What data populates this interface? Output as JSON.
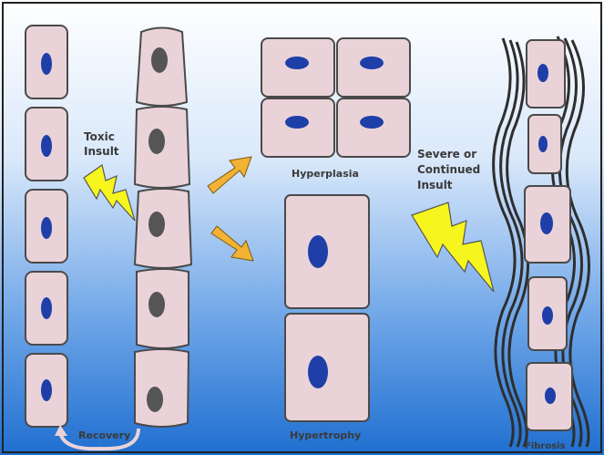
{
  "labels": {
    "toxic_insult": [
      "Toxic",
      "Insult"
    ],
    "severe_insult": [
      "Severe or",
      "Continued",
      "Insult"
    ],
    "hyperplasia": "Hyperplasia",
    "hypertrophy": "Hypertrophy",
    "recovery": "Recovery",
    "fibrosis": "Fibrosis"
  },
  "colors": {
    "background_top": "#ffffff",
    "background_bottom": "#1f6fd0",
    "cell_fill": "#ead3d8",
    "cell_stroke": "#4a4a4a",
    "nucleus_blue": "#1f3fa8",
    "nucleus_gray": "#555555",
    "arrow_fill": "#f2b233",
    "lightning_fill": "#f6f61e",
    "fibers": "#2e2e2e"
  }
}
